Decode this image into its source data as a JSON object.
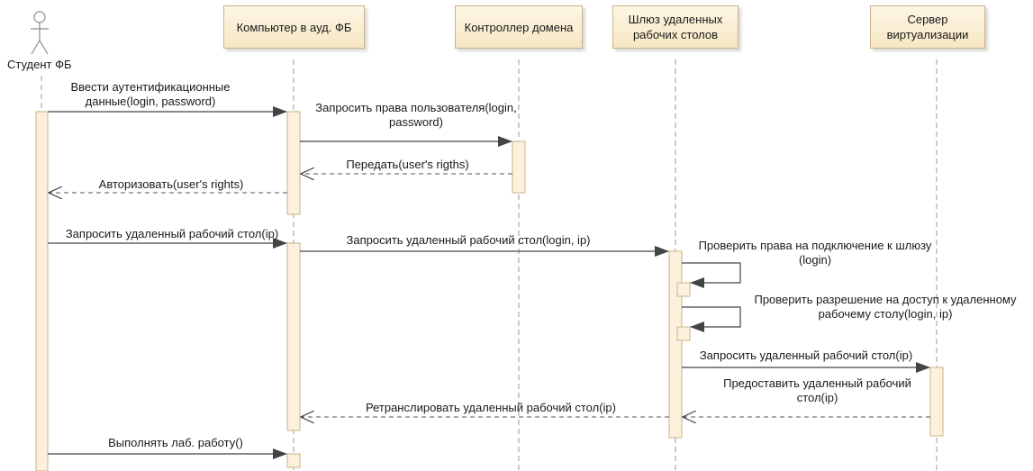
{
  "participants": {
    "student": "Студент ФБ",
    "computer": "Компьютер в ауд. ФБ",
    "domain_controller": "Контроллер домена",
    "gateway": "Шлюз удаленных рабочих столов",
    "virt_server": "Сервер виртуализации"
  },
  "messages": {
    "m1": "Ввести аутентификационные данные(login, password)",
    "m2": "Запросить права пользователя(login, password)",
    "m3": "Передать(user's rigths)",
    "m4": "Авторизовать(user's rights)",
    "m5": "Запросить удаленный рабочий стол(ip)",
    "m6": "Запросить удаленный рабочий стол(login, ip)",
    "m7": "Проверить права на подключение к шлюзу (login)",
    "m8": "Проверить разрешение на доступ к удаленному рабочему столу(login, ip)",
    "m9": "Запросить удаленный рабочий стол(ip)",
    "m10": "Предоставить удаленный рабочий стол(ip)",
    "m11": "Ретранслировать удаленный рабочий стол(ip)",
    "m12": "Выполнять лаб. работу()"
  },
  "colors": {
    "lifeline": "#9a9a9a",
    "activation_fill": "#fdf1dd",
    "activation_border": "#c8b48a",
    "arrow": "#333333"
  }
}
